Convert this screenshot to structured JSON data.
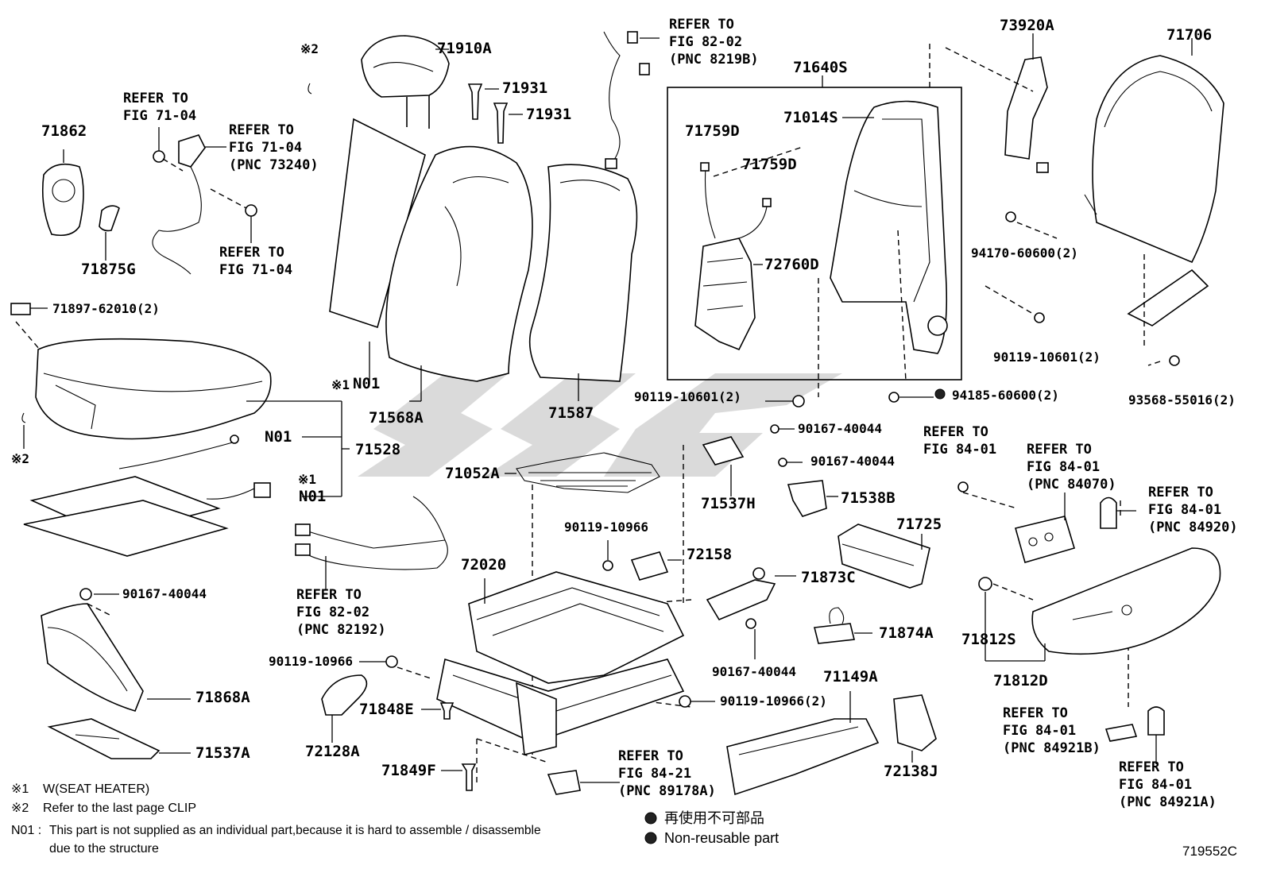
{
  "figure_id": "719552C",
  "labels": {
    "p71910A": "71910A",
    "p71931a": "71931",
    "p71931b": "71931",
    "p71862": "71862",
    "p71875G": "71875G",
    "p71897": "71897-62010(2)",
    "p71528": "71528",
    "p71568A": "71568A",
    "p71587": "71587",
    "p71640S": "71640S",
    "p71014S": "71014S",
    "p71759Da": "71759D",
    "p71759Db": "71759D",
    "p72760D": "72760D",
    "p73920A": "73920A",
    "p71706": "71706",
    "p94170": "94170-60600(2)",
    "p90119a": "90119-10601(2)",
    "p93568": "93568-55016(2)",
    "p90119b": "90119-10601(2)",
    "p94185": "94185-60600(2)",
    "p90167a": "90167-40044",
    "p90167b": "90167-40044",
    "p71537H": "71537H",
    "p71538B": "71538B",
    "p71052A": "71052A",
    "p90119c": "90119-10966",
    "p72158": "72158",
    "p72020": "72020",
    "p71725": "71725",
    "p71873C": "71873C",
    "p71874A": "71874A",
    "p90167c": "90167-40044",
    "p71812S": "71812S",
    "p71812D": "71812D",
    "p90167d": "90167-40044",
    "p71868A": "71868A",
    "p71537A": "71537A",
    "p90119d": "90119-10966",
    "p71848E": "71848E",
    "p72128A": "72128A",
    "p71849F": "71849F",
    "p90119e": "90119-10966(2)",
    "p71149A": "71149A",
    "p72138J": "72138J",
    "n01a": "N01",
    "n01b": "N01",
    "n01c": "N01",
    "mark1a": "※1",
    "mark1b": "※1",
    "mark2a": "※2",
    "mark2b": "※2"
  },
  "refers": {
    "r1": "REFER TO\nFIG 82-02\n(PNC 8219B)",
    "r2": "REFER TO\nFIG 71-04",
    "r3": "REFER TO\nFIG 71-04\n(PNC 73240)",
    "r4": "REFER TO\nFIG 71-04",
    "r5": "REFER TO\nFIG 82-02\n(PNC 82192)",
    "r6": "REFER TO\nFIG 84-01",
    "r7": "REFER TO\nFIG 84-01\n(PNC 84070)",
    "r8": "REFER TO\nFIG 84-01\n(PNC 84920)",
    "r9": "REFER TO\nFIG 84-21\n(PNC 89178A)",
    "r10": "REFER TO\nFIG 84-01\n(PNC 84921B)",
    "r11": "REFER TO\nFIG 84-01\n(PNC 84921A)"
  },
  "notes": {
    "n1_mark": "※1",
    "n1_text": "W(SEAT HEATER)",
    "n2_mark": "※2",
    "n2_text": "Refer to the last page CLIP",
    "n3_mark": "N01 :",
    "n3_text": "This part is not supplied as an individual part,because it is hard to assemble / disassemble",
    "n3_text2": "due to the structure"
  },
  "legend": {
    "jp": "再使用不可部品",
    "en": "Non-reusable part"
  }
}
